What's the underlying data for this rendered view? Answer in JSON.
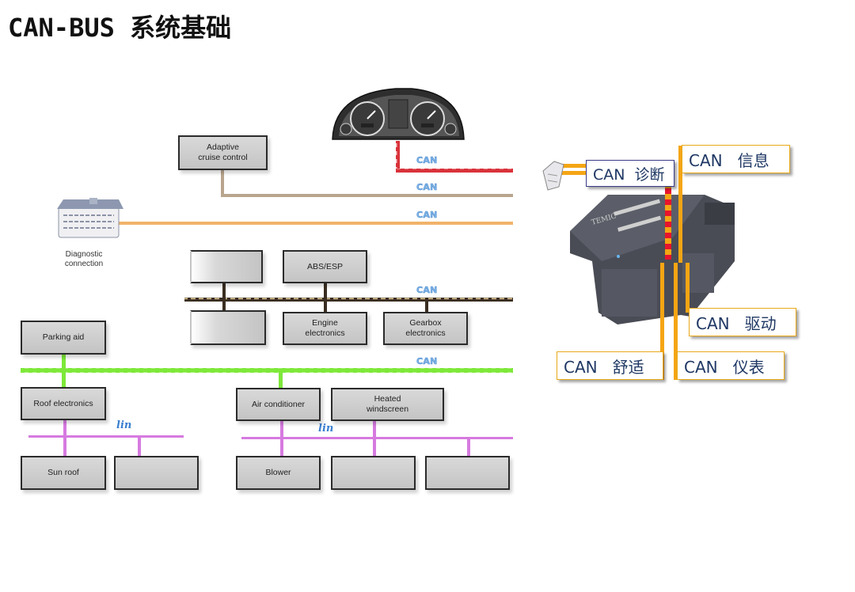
{
  "title": "CAN-BUS 系统基础",
  "colors": {
    "can_label": "#7fb2e6",
    "instrument_bus": "#d9323a",
    "cruise_bus": "#b9a58e",
    "diagnostic_bus": "#f0b36a",
    "drive_bus": "#3a2e22",
    "comfort_bus": "#7ee83a",
    "lin_bus": "#d67ae0",
    "gateway_wire": "#f5a514",
    "callout_text": "#1f3864"
  },
  "components": {
    "instrument_cluster": "instrument-cluster",
    "diagnostic_connector_caption": "Diagnostic\nconnection",
    "gateway": "gateway-control-unit"
  },
  "ecus": {
    "adaptive_cruise": "Adaptive\ncruise control",
    "unlabeled_drive_top": "",
    "abs_esp": "ABS/ESP",
    "unlabeled_drive_bottom": "",
    "engine": "Engine\nelectronics",
    "gearbox": "Gearbox\nelectronics",
    "parking_aid": "Parking aid",
    "roof_electronics": "Roof electronics",
    "air_conditioner": "Air conditioner",
    "heated_windscreen": "Heated\nwindscreen",
    "sun_roof": "Sun roof",
    "unlabeled_roof_lin": "",
    "blower": "Blower",
    "unlabeled_ac_lin_1": "",
    "unlabeled_ac_lin_2": ""
  },
  "bus_labels": {
    "instrument": "CAN",
    "cruise": "CAN",
    "diagnostic": "CAN",
    "drive": "CAN",
    "comfort": "CAN",
    "lin_roof": "lin",
    "lin_ac": "lin"
  },
  "callouts": {
    "diagnostic": "CAN  诊断",
    "infotainment": "CAN   信息",
    "drivetrain": "CAN   驱动",
    "comfort": "CAN   舒适",
    "instrument": "CAN   仪表"
  }
}
